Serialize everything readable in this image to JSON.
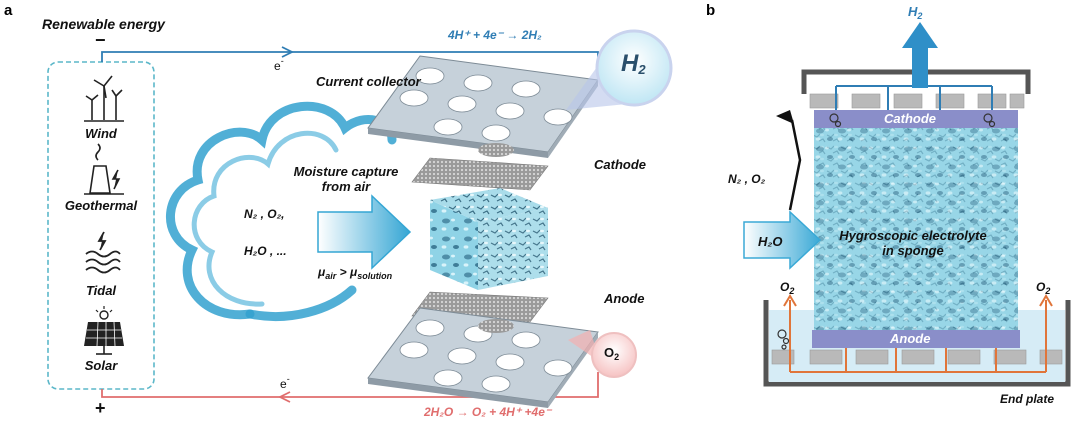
{
  "panels": {
    "a": "a",
    "b": "b"
  },
  "panel_a": {
    "energy_title": "Renewable energy",
    "minus": "−",
    "plus": "+",
    "sources": [
      "Wind",
      "Geothermal",
      "Tidal",
      "Solar"
    ],
    "electron_top": "e",
    "electron_bottom": "e",
    "electron_sup": "-",
    "cathode_reaction": "4H⁺ + 4e⁻ → 2H₂",
    "anode_reaction": "2H₂O → O₂ + 4H⁺ +4e⁻",
    "current_collector": "Current collector",
    "cathode": "Cathode",
    "anode": "Anode",
    "moisture_line1": "Moisture capture",
    "moisture_line2": "from air",
    "air_species_1": "N₂ , O₂,",
    "air_species_2": "H₂O , ...",
    "mu_air": "μ",
    "mu_air_sub": "air",
    "mu_gt": " > μ",
    "mu_solution_sub": "solution",
    "h2_bubble": "H",
    "h2_bubble_sub": "2",
    "o2_bubble": "O",
    "o2_bubble_sub": "2"
  },
  "panel_b": {
    "h2_out": "H",
    "h2_out_sub": "2",
    "cathode": "Cathode",
    "anode": "Anode",
    "gas_out": "N₂ , O₂",
    "water_in": "H₂O",
    "electrolyte_line1": "Hygroscopic electrolyte",
    "electrolyte_line2": "in sponge",
    "o2_left": "O",
    "o2_right": "O",
    "o2_sub": "2",
    "end_plate": "End plate"
  },
  "colors": {
    "blue_line": "#2f7db4",
    "red_line": "#e06d6d",
    "dashed_box": "#5bb7c9",
    "sponge": "#8fd3e6",
    "plate": "#a9b8c4",
    "electrode": "#8a8ec9",
    "cloud": "#33a1cf",
    "orange_wire": "#e0753a"
  }
}
